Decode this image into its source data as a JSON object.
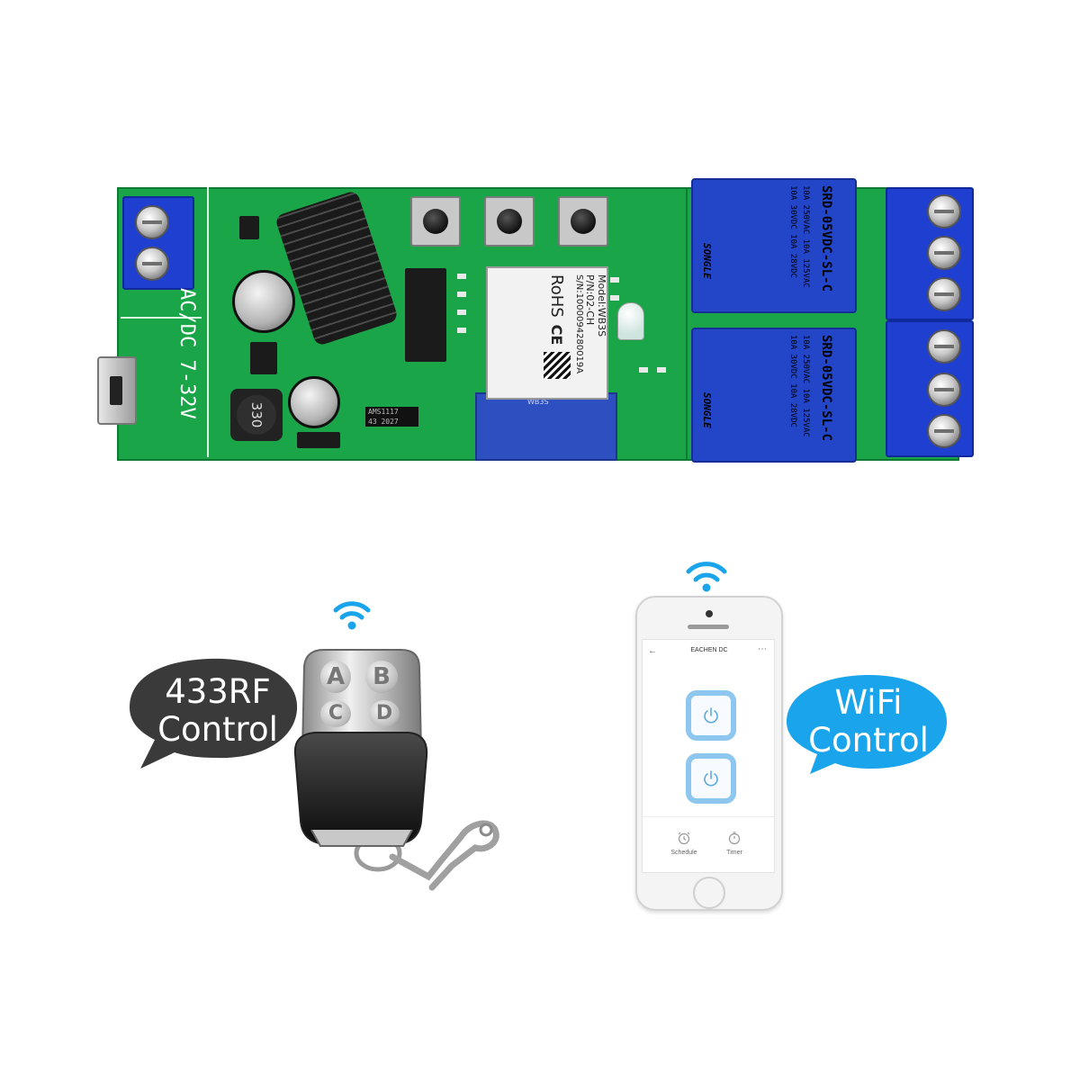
{
  "pcb": {
    "power_label": "AC/DC 7-32V",
    "module": {
      "model": "Model:WB3S",
      "pn": "P/N:02-CH",
      "sn": "S/N:1000094280019A",
      "rohs": "RoHS",
      "ce": "CE",
      "antenna_label": "WB3S"
    },
    "inductor_label": "330",
    "regulator_label": "AMS1117",
    "regulator_sub": "43 2027",
    "relays": [
      {
        "model": "SRD-05VDC-SL-C",
        "rating1": "10A 250VAC  10A 125VAC",
        "rating2": "10A 30VDC  10A 28VDC",
        "brand": "SONGLE"
      },
      {
        "model": "SRD-05VDC-SL-C",
        "rating1": "10A 250VAC  10A 125VAC",
        "rating2": "10A 30VDC  10A 28VDC",
        "brand": "SONGLE"
      }
    ]
  },
  "rf_bubble": {
    "line1": "433RF",
    "line2": "Control",
    "color": "#3a3a3a"
  },
  "remote": {
    "buttons": [
      "A",
      "B",
      "C",
      "D"
    ]
  },
  "wifi_bubble": {
    "line1": "WiFi",
    "line2": "Control",
    "color": "#1aa4ec"
  },
  "phone": {
    "app_title": "EACHEN DC",
    "back_icon": "back-arrow-icon",
    "menu_icon": "more-dots-icon",
    "switches": [
      "power-icon",
      "power-icon"
    ],
    "bottom_tabs": [
      {
        "label": "Schedule",
        "icon": "alarm-clock-icon"
      },
      {
        "label": "Timer",
        "icon": "stopwatch-icon"
      }
    ]
  },
  "colors": {
    "pcb_green": "#1aa648",
    "relay_blue": "#2346c9",
    "wifi_blue": "#1aa4ec"
  }
}
